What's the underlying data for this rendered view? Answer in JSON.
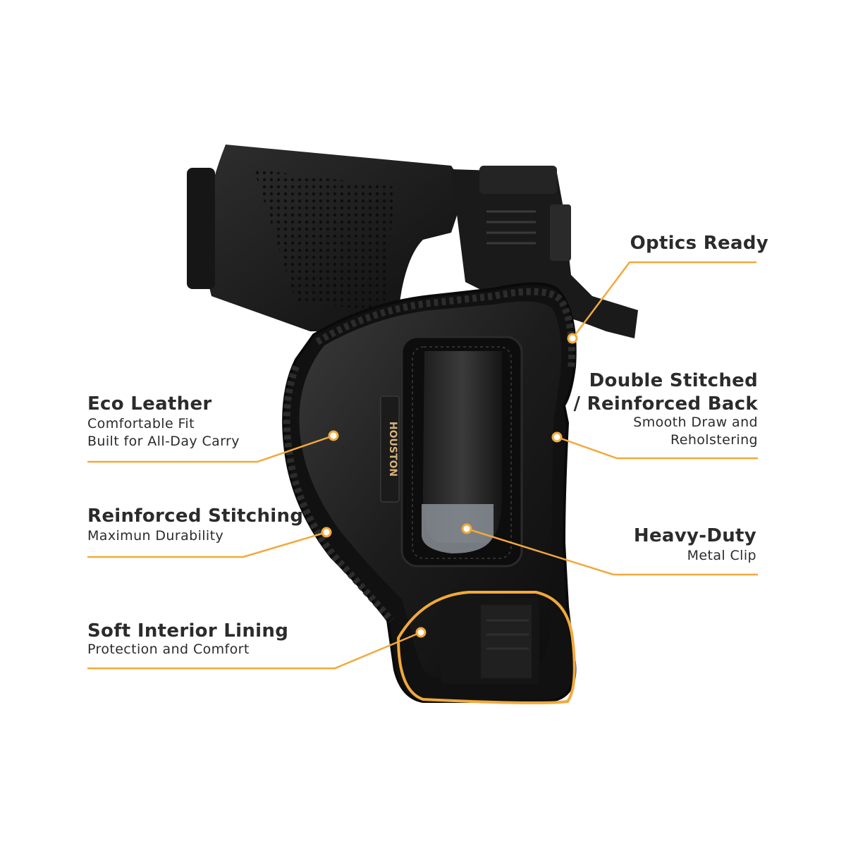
{
  "accent_color": "#f2a93b",
  "brand_label": "HOUSTON",
  "features": {
    "optics": {
      "title": "Optics Ready"
    },
    "eco_leather": {
      "title": "Eco Leather",
      "line1": "Comfortable Fit",
      "line2": "Built for All-Day Carry"
    },
    "double_stitched": {
      "title_line1": "Double Stitched",
      "title_line2": "/ Reinforced Back",
      "line1": "Smooth Draw and",
      "line2": "Reholstering"
    },
    "reinforced_stitching": {
      "title": "Reinforced Stitching",
      "line1": "Maximun Durability"
    },
    "heavy_duty": {
      "title": "Heavy-Duty",
      "line1": "Metal Clip"
    },
    "soft_lining": {
      "title": "Soft Interior Lining",
      "line1": "Protection and Comfort"
    }
  }
}
